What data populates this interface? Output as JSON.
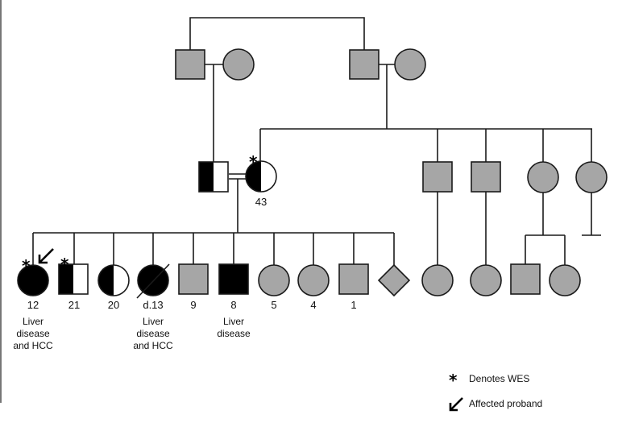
{
  "colors": {
    "unaffected_fill": "#a6a6a6",
    "affected_fill": "#000000",
    "line": "#1a1a1a",
    "background": "#ffffff"
  },
  "generation3_labels": {
    "i12": "12",
    "i21": "21",
    "i20": "20",
    "i13": "d.13",
    "i9": "9",
    "i8": "8",
    "i5": "5",
    "i4": "4",
    "i1": "1"
  },
  "generation2_labels": {
    "mother_age": "43"
  },
  "notes": {
    "i12": [
      "Liver",
      "disease",
      "and HCC"
    ],
    "i13": [
      "Liver",
      "disease",
      "and HCC"
    ],
    "i8": [
      "Liver",
      "disease"
    ]
  },
  "legend": {
    "wes_symbol": "*",
    "wes_text": "Denotes WES",
    "proband_icon": "arrow-icon",
    "proband_text": "Affected proband"
  }
}
